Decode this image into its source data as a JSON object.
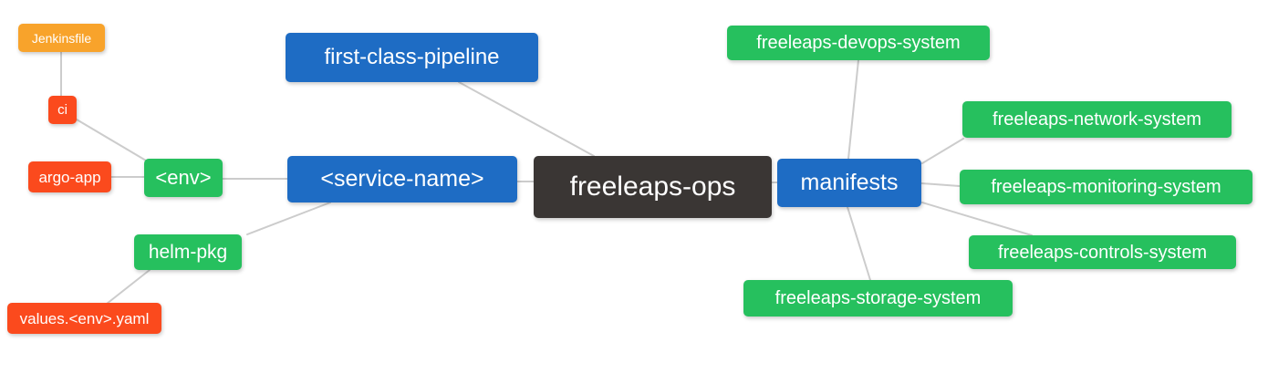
{
  "diagram": {
    "type": "mindmap",
    "root_label": "freeleaps-ops",
    "nodes": [
      {
        "id": "jenkinsfile",
        "label": "Jenkinsfile",
        "color": "orange"
      },
      {
        "id": "ci",
        "label": "ci",
        "color": "red"
      },
      {
        "id": "argo-app",
        "label": "argo-app",
        "color": "red"
      },
      {
        "id": "env",
        "label": "<env>",
        "color": "green"
      },
      {
        "id": "helm-pkg",
        "label": "helm-pkg",
        "color": "green"
      },
      {
        "id": "values-env-yaml",
        "label": "values.<env>.yaml",
        "color": "red"
      },
      {
        "id": "first-class-pipeline",
        "label": "first-class-pipeline",
        "color": "blue"
      },
      {
        "id": "service-name",
        "label": "<service-name>",
        "color": "blue"
      },
      {
        "id": "freeleaps-ops",
        "label": "freeleaps-ops",
        "color": "dark"
      },
      {
        "id": "manifests",
        "label": "manifests",
        "color": "blue"
      },
      {
        "id": "freeleaps-devops-system",
        "label": "freeleaps-devops-system",
        "color": "green"
      },
      {
        "id": "freeleaps-network-system",
        "label": "freeleaps-network-system",
        "color": "green"
      },
      {
        "id": "freeleaps-monitoring-system",
        "label": "freeleaps-monitoring-system",
        "color": "green"
      },
      {
        "id": "freeleaps-controls-system",
        "label": "freeleaps-controls-system",
        "color": "green"
      },
      {
        "id": "freeleaps-storage-system",
        "label": "freeleaps-storage-system",
        "color": "green"
      }
    ],
    "edges": [
      {
        "from": "jenkinsfile",
        "to": "ci"
      },
      {
        "from": "ci",
        "to": "env"
      },
      {
        "from": "argo-app",
        "to": "env"
      },
      {
        "from": "env",
        "to": "service-name"
      },
      {
        "from": "service-name",
        "to": "helm-pkg"
      },
      {
        "from": "helm-pkg",
        "to": "values-env-yaml"
      },
      {
        "from": "first-class-pipeline",
        "to": "freeleaps-ops"
      },
      {
        "from": "service-name",
        "to": "freeleaps-ops"
      },
      {
        "from": "freeleaps-ops",
        "to": "manifests"
      },
      {
        "from": "manifests",
        "to": "freeleaps-devops-system"
      },
      {
        "from": "manifests",
        "to": "freeleaps-network-system"
      },
      {
        "from": "manifests",
        "to": "freeleaps-monitoring-system"
      },
      {
        "from": "manifests",
        "to": "freeleaps-controls-system"
      },
      {
        "from": "manifests",
        "to": "freeleaps-storage-system"
      }
    ],
    "palette": {
      "blue": "#1e6cc4",
      "green": "#26c05e",
      "dark": "#3a3634",
      "red": "#fb4a1d",
      "orange": "#f8a32b",
      "edge": "#cccccc",
      "text": "#ffffff",
      "background": "#ffffff"
    }
  }
}
